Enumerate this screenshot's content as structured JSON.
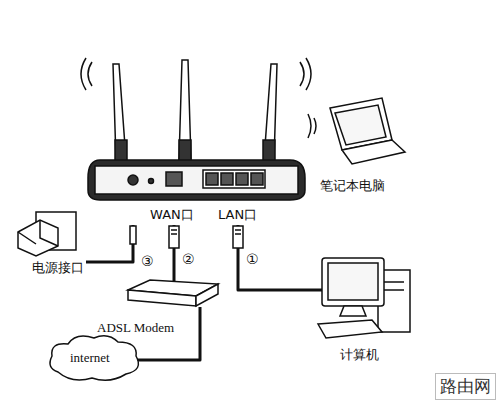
{
  "diagram": {
    "nodes": [
      {
        "text": [
          "WAN口",
          "LAN口"
        ]
      },
      {
        "text": [
          "笔记本电脑"
        ]
      },
      {
        "text": [
          "电源接口"
        ]
      },
      {
        "text": [
          "ADSL Modem"
        ]
      },
      {
        "text": [
          "计算机"
        ]
      },
      {
        "text": [
          "internet"
        ]
      }
    ],
    "edges": [
      {
        "from": 2,
        "to": 0,
        "label": "③",
        "arrow": "none"
      },
      {
        "from": 3,
        "to": 0,
        "label": "②",
        "arrow": "none"
      },
      {
        "from": 4,
        "to": 0,
        "label": "①",
        "arrow": "none"
      },
      {
        "from": 5,
        "to": 3,
        "arrow": "none"
      }
    ],
    "labels": [
      "路由网"
    ]
  }
}
